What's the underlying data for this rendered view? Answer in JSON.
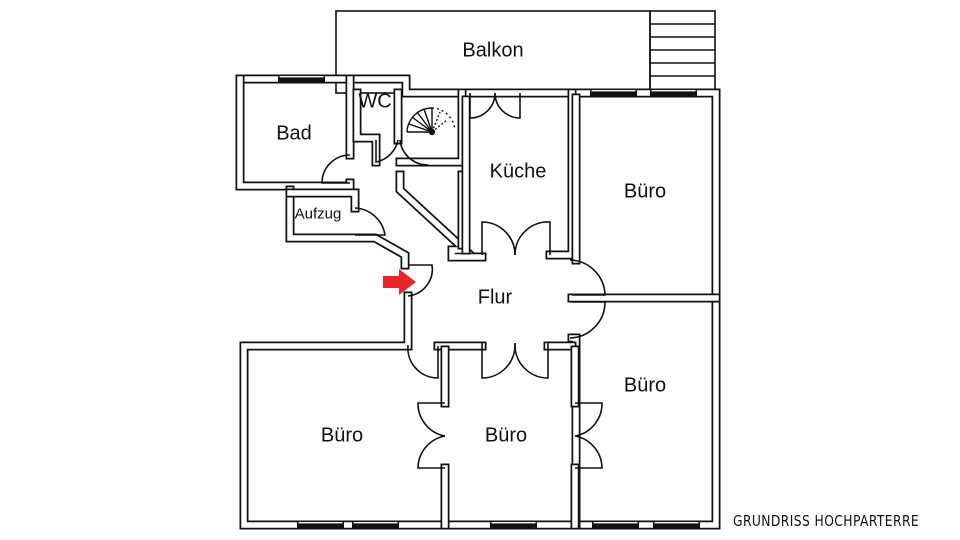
{
  "title": "GRUNDRISS HOCHPARTERRE",
  "rooms": {
    "balkon": "Balkon",
    "bad": "Bad",
    "wc": "WC",
    "aufzug": "Aufzug",
    "kueche": "Küche",
    "flur": "Flur",
    "buero_top_right": "Büro",
    "buero_bottom_right": "Büro",
    "buero_bottom_middle": "Büro",
    "buero_bottom_left": "Büro"
  },
  "colors": {
    "entrance_arrow": "#e8262a",
    "walls": "#111111"
  }
}
